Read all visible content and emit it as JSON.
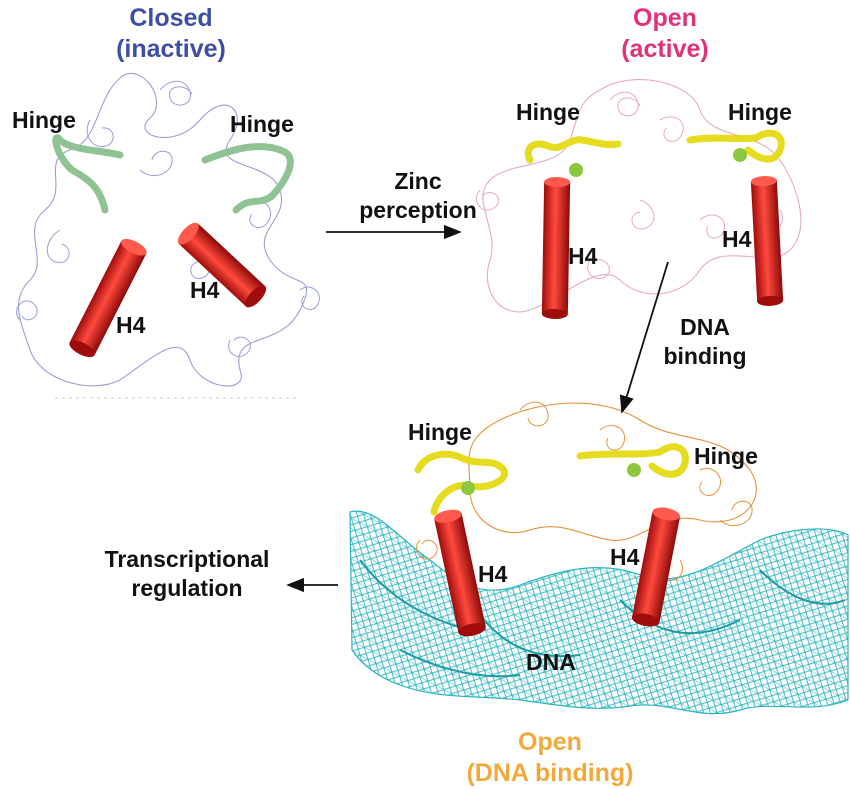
{
  "states": {
    "closed": {
      "line1": "Closed",
      "line2": "(inactive)",
      "color": "#3d4fa5"
    },
    "open": {
      "line1": "Open",
      "line2": "(active)",
      "color": "#e0317a"
    },
    "dna_bound": {
      "line1": "Open",
      "line2": "(DNA binding)",
      "color": "#f2a93b"
    }
  },
  "structure_labels": {
    "hinge": "Hinge",
    "helix": "H4",
    "dna": "DNA"
  },
  "transitions": {
    "zinc": {
      "line1": "Zinc",
      "line2": "perception"
    },
    "dna": {
      "line1": "DNA",
      "line2": "binding"
    },
    "output": {
      "line1": "Transcriptional",
      "line2": "regulation"
    }
  },
  "colors": {
    "closed_backbone": "#9a9ed6",
    "open_backbone": "#e8a9c4",
    "dna_state_backbone": "#e8923a",
    "closed_hinge": "#8fc394",
    "active_hinge": "#e6dc1f",
    "zinc_ion": "#8dc63f",
    "helix": "#e11f1f",
    "dna_mesh": "#2bb5bf"
  }
}
